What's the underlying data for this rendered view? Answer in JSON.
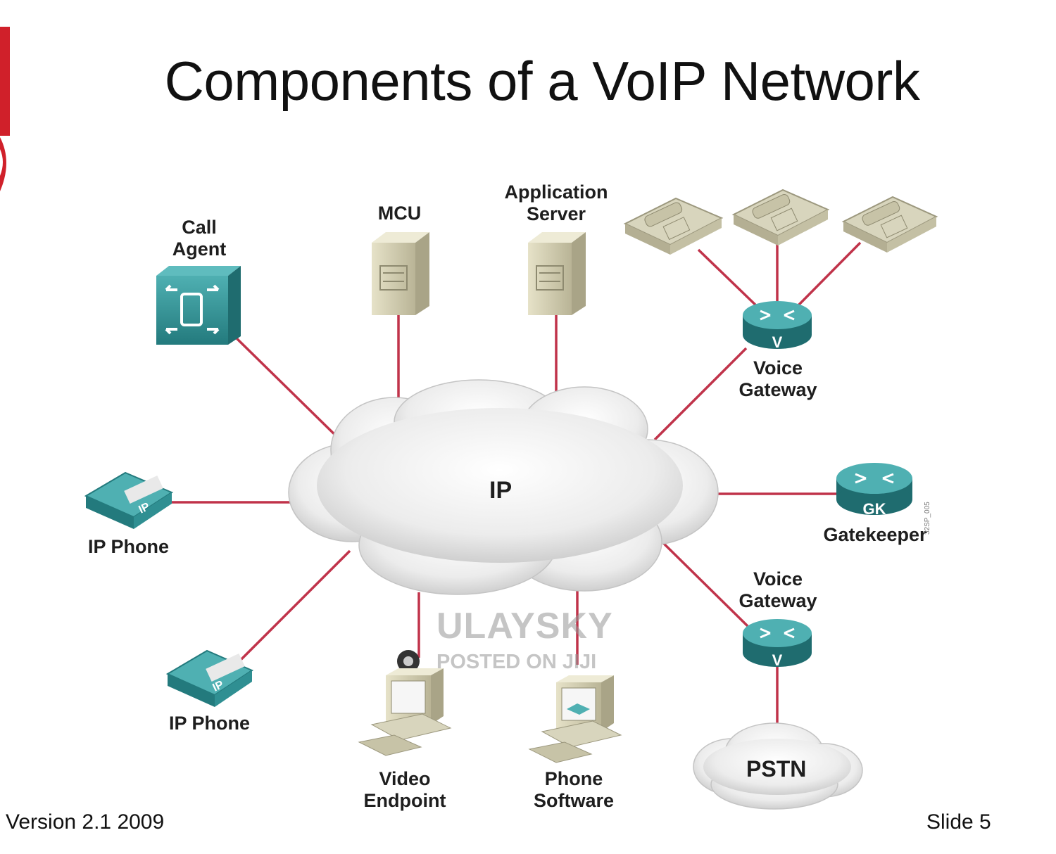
{
  "title": "Components of a VoIP Network",
  "cloud_label": "IP",
  "pstn_label": "PSTN",
  "nodes": {
    "call_agent": "Call\nAgent",
    "mcu": "MCU",
    "application_server": "Application\nServer",
    "voice_gateway_top": "Voice\nGateway",
    "gatekeeper": "Gatekeeper",
    "gatekeeper_badge": "GK",
    "voice_gateway_bottom": "Voice\nGateway",
    "router_badge": "V",
    "ip_phone_left": "IP Phone",
    "ip_phone_bottom": "IP Phone",
    "phone_badge": "IP",
    "video_endpoint": "Video\nEndpoint",
    "phone_software": "Phone\nSoftware"
  },
  "footer": {
    "version": "Version 2.1 2009",
    "slide": "Slide 5"
  },
  "watermark": {
    "brand": "ULAYSKY",
    "posted": "POSTED ON JIJI"
  },
  "figure_code": "32SP_005",
  "colors": {
    "link": "#c0334a",
    "device_teal": "#2f8f92",
    "server_beige": "#d9d4b8",
    "cloud": "#ececec",
    "logo_red": "#d0202a"
  }
}
